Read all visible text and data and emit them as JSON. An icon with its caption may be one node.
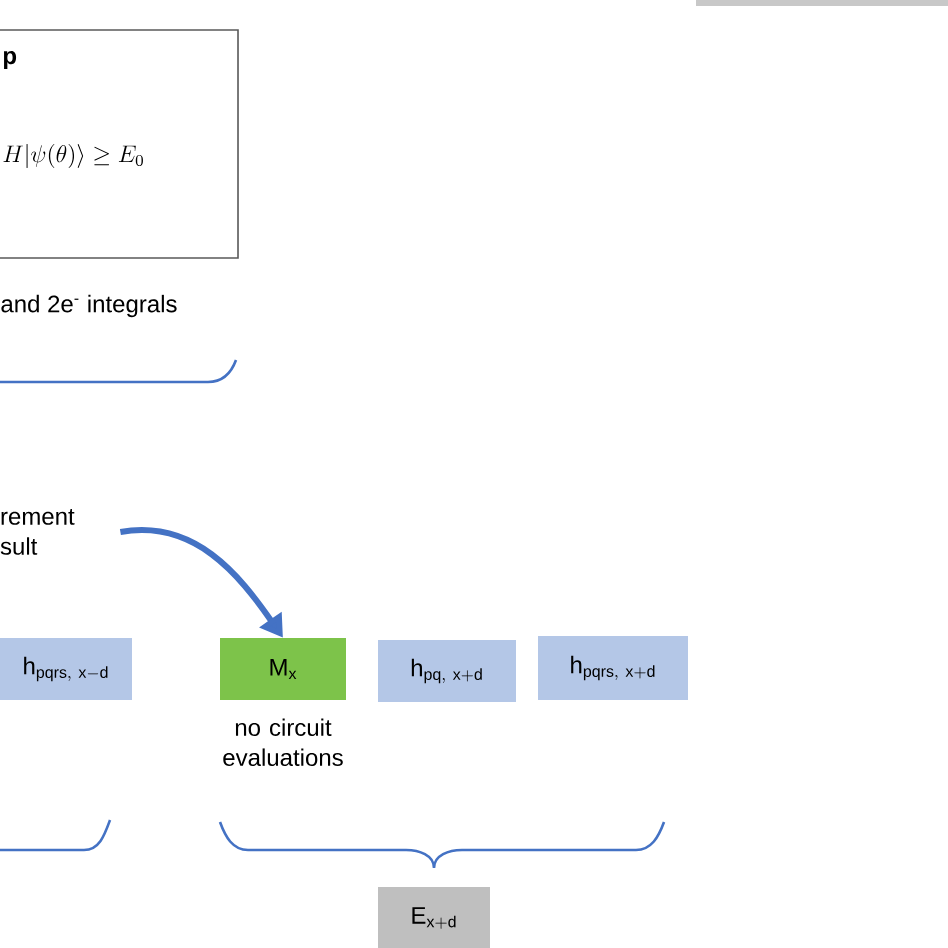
{
  "diagram": {
    "nodes": [
      {
        "text": [
          "p",
          "H|\\psi(\\theta)\\rangle \\geq E_0"
        ]
      },
      {
        "text": [],
        "shape": "bar"
      },
      {
        "text": [
          "rement sult"
        ]
      },
      {
        "text": [
          "\\mathrm{h}_{\\mathrm{pqrs,\\ x-d}}"
        ]
      },
      {
        "text": [
          "\\mathrm{M}_{\\mathrm{x}}"
        ],
        "beside": [
          "no circuit evaluations"
        ]
      },
      {
        "text": [
          "\\mathrm{h}_{\\mathrm{pq,\\ x+d}}"
        ]
      },
      {
        "text": [
          "\\mathrm{h}_{\\mathrm{pqrs,\\ x+d}}"
        ]
      },
      {
        "text": [
          "\\mathrm{E}_{\\mathrm{x+d}}"
        ]
      }
    ],
    "edges": [
      {
        "from": 2,
        "to": 4,
        "arrow": "to",
        "color": "#4472c4"
      }
    ],
    "labels": [
      "and 2e$^{-}$ integrals"
    ]
  }
}
